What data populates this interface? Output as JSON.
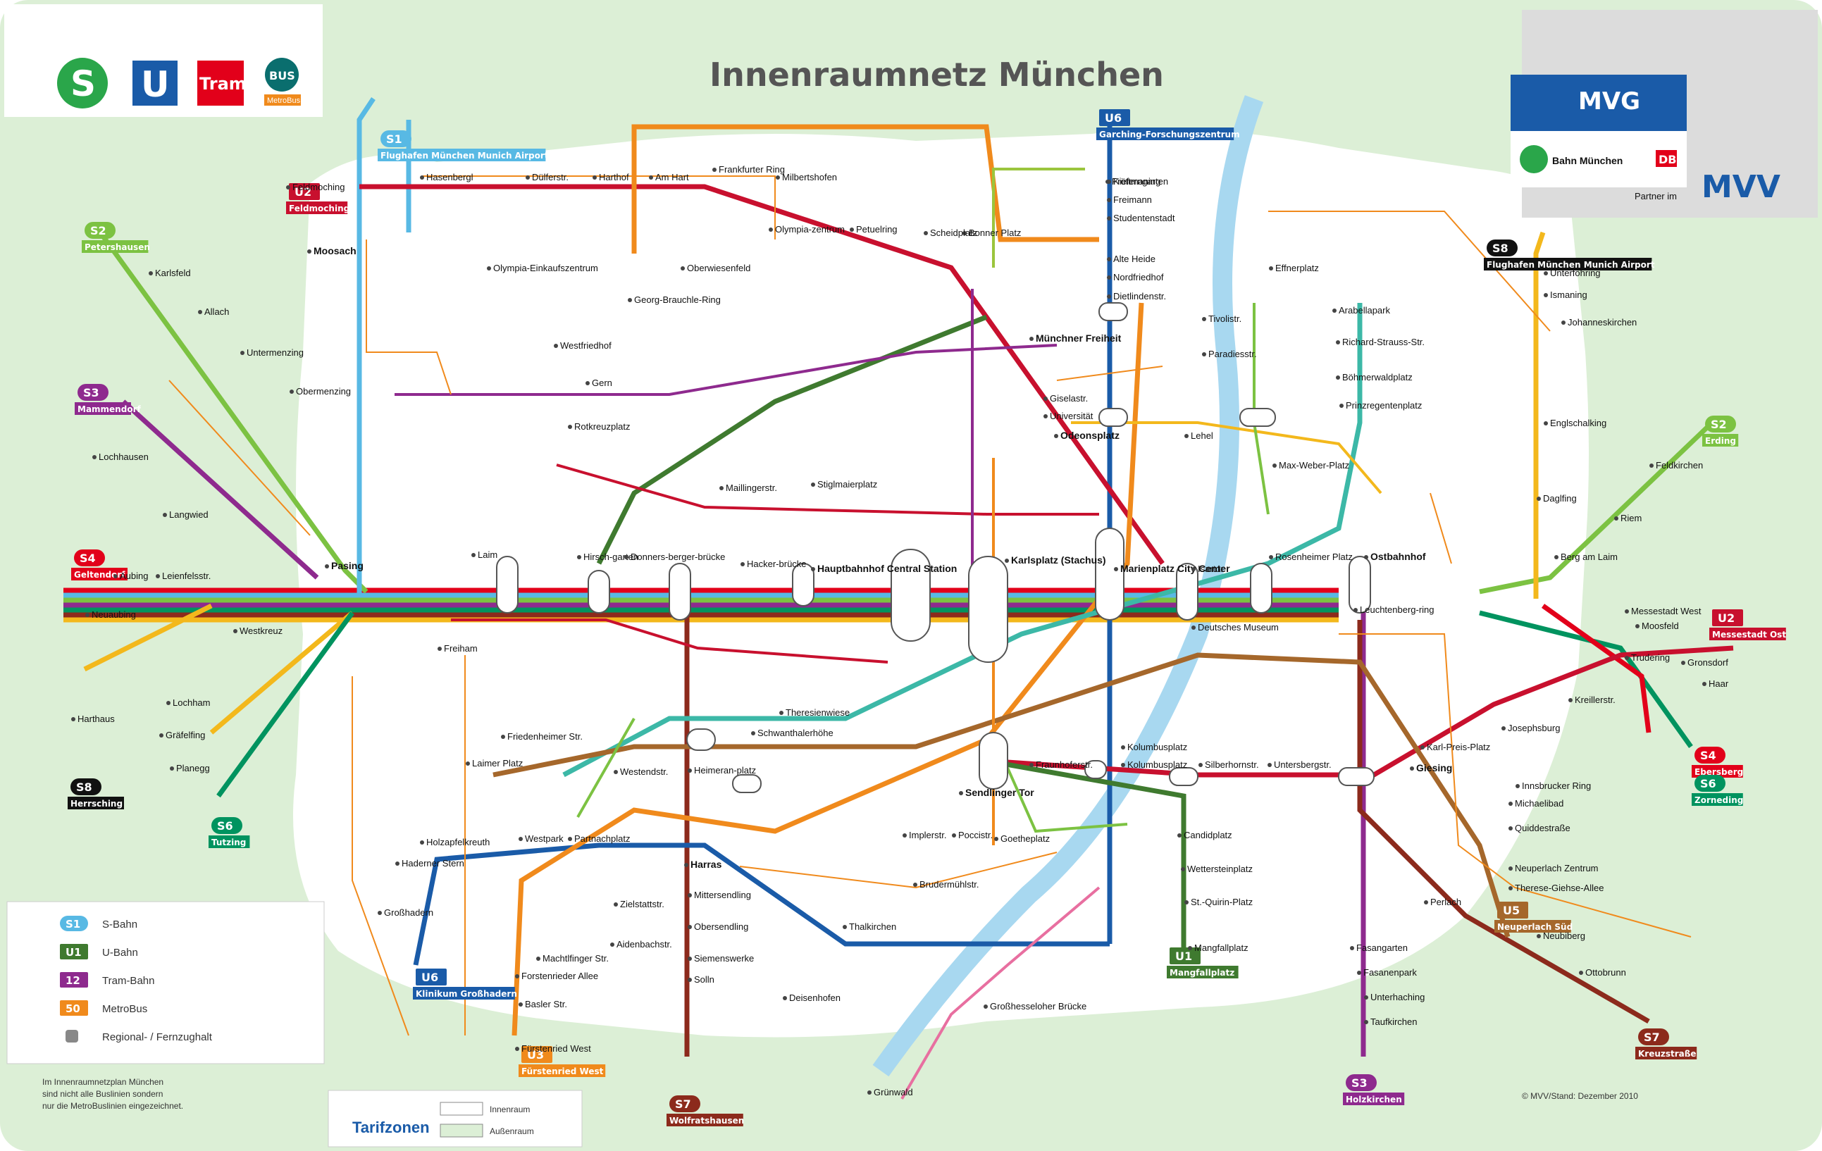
{
  "title": "Innenraumnetz München",
  "top_logos": {
    "s": "S",
    "u": "U",
    "tram": "Tram",
    "bus": "BUS",
    "bus_sub": "MetroBus"
  },
  "partner": {
    "mvg": "MVG",
    "sbahn": "Bahn München",
    "db": "DB",
    "partner_im": "Partner im",
    "mvv": "MVV"
  },
  "legend": [
    {
      "badge": "S1",
      "label": "S-Bahn",
      "color": "#58b9e4"
    },
    {
      "badge": "U1",
      "label": "U-Bahn",
      "color": "#3f7a2f"
    },
    {
      "badge": "12",
      "label": "Tram-Bahn",
      "color": "#8e2a8e"
    },
    {
      "badge": "50",
      "label": "MetroBus",
      "color": "#f08a1c"
    },
    {
      "badge": "",
      "label": "Regional- / Fernzughalt",
      "color": "#888888"
    }
  ],
  "tarif": {
    "title": "Tarifzonen",
    "inner": "Innenraum",
    "outer": "Außenraum"
  },
  "footnote": [
    "Im Innenraumnetzplan München",
    "sind nicht alle Buslinien sondern",
    "nur die MetroBuslinien eingezeichnet."
  ],
  "copyright": "© MVV/Stand: Dezember 2010",
  "colors": {
    "s_bahn": "#58b9e4",
    "u1": "#3f7a2f",
    "u2": "#c8102e",
    "u3": "#f08a1c",
    "u4": "#3cb8a7",
    "u5": "#a5672b",
    "u6": "#1a5ba8",
    "tram": "#8e2a8e",
    "metrobus": "#f08a1c",
    "zone_inner": "#ffffff",
    "zone_outer": "#dcefd6"
  },
  "terminals": [
    {
      "label": "S2",
      "sub": "Petershausen",
      "color": "#7cc242"
    },
    {
      "label": "S3",
      "sub": "Mammendorf",
      "color": "#8e2a8e"
    },
    {
      "label": "S4",
      "sub": "Geltendorf",
      "color": "#e2001a"
    },
    {
      "label": "S8",
      "sub": "Herrsching",
      "color": "#111111"
    },
    {
      "label": "S6",
      "sub": "Tutzing",
      "color": "#00935f"
    },
    {
      "label": "S7",
      "sub": "Wolfratshausen",
      "color": "#8c2a1c"
    },
    {
      "label": "S3",
      "sub": "Holzkirchen",
      "color": "#8e2a8e"
    },
    {
      "label": "S7",
      "sub": "Kreuzstraße",
      "color": "#8c2a1c"
    },
    {
      "label": "S4",
      "sub": "Ebersberg",
      "color": "#e2001a"
    },
    {
      "label": "S6",
      "sub": "Zorneding",
      "color": "#00935f"
    },
    {
      "label": "S2",
      "sub": "Erding",
      "color": "#7cc242"
    },
    {
      "label": "S8",
      "sub": "Flughafen München Munich Airport",
      "color": "#111111"
    },
    {
      "label": "S1",
      "sub": "Flughafen München Munich Airport",
      "color": "#58b9e4"
    },
    {
      "label": "U6",
      "sub": "Garching-Forschungszentrum",
      "color": "#1a5ba8"
    },
    {
      "label": "U2",
      "sub": "Feldmoching",
      "color": "#c8102e"
    },
    {
      "label": "U1",
      "sub": "Mangfallplatz",
      "color": "#3f7a2f"
    },
    {
      "label": "U3",
      "sub": "Fürstenried West",
      "color": "#f08a1c"
    },
    {
      "label": "U6",
      "sub": "Klinikum Großhadern",
      "color": "#1a5ba8"
    },
    {
      "label": "U5",
      "sub": "Neuperlach Süd",
      "color": "#a5672b"
    },
    {
      "label": "U2",
      "sub": "Messestadt Ost",
      "color": "#c8102e"
    }
  ],
  "stations": [
    "Feldmoching",
    "Hasenbergl",
    "Dülferstr.",
    "Harthof",
    "Am Hart",
    "Frankfurter Ring",
    "Milbertshofen",
    "Olympia-zentrum",
    "Oberwiesenfeld",
    "Olympia-Einkaufszentrum",
    "Georg-Brauchle-Ring",
    "Westfriedhof",
    "Gern",
    "Rotkreuzplatz",
    "Maillingerstr.",
    "Stiglmaierplatz",
    "Hauptbahnhof Central Station",
    "Karlsplatz (Stachus)",
    "Marienplatz City Center",
    "Isartor",
    "Rosenheimer Platz",
    "Ostbahnhof",
    "Leuchtenberg-ring",
    "Berg am Laim",
    "Trudering",
    "Riem",
    "Feldkirchen",
    "Pasing",
    "Laim",
    "Hirsch-garten",
    "Donners-berger-brücke",
    "Hacker-brücke",
    "Heimeran-platz",
    "Harras",
    "Mittersendling",
    "Siemenswerke",
    "Solln",
    "Giesing",
    "Fasangarten",
    "Fasanenpark",
    "Unterhaching",
    "Taufkirchen",
    "Münchner Freiheit",
    "Giselastr.",
    "Universität",
    "Odeonsplatz",
    "Lehel",
    "Max-Weber-Platz",
    "Goetheplatz",
    "Poccistr.",
    "Implerstr.",
    "Brudermühlstr.",
    "Thalkirchen",
    "Obersendling",
    "Westpark",
    "Holzapfelkreuth",
    "Haderner Stern",
    "Großhadern",
    "Sendlinger Tor",
    "Fraunhoferstr.",
    "Kolumbusplatz",
    "Candidplatz",
    "Wettersteinplatz",
    "St.-Quirin-Platz",
    "Silberhornstr.",
    "Untersbergstr.",
    "Karl-Preis-Platz",
    "Innsbrucker Ring",
    "Michaelibad",
    "Quiddestraße",
    "Neuperlach Zentrum",
    "Therese-Giehse-Allee",
    "Perlach",
    "Neubiberg",
    "Ottobrunn",
    "Moosach",
    "Karlsfeld",
    "Allach",
    "Untermenzing",
    "Obermenzing",
    "Lochhausen",
    "Langwied",
    "Aubing",
    "Leienfelsstr.",
    "Westkreuz",
    "Neuaubing",
    "Lochham",
    "Gräfelfing",
    "Planegg",
    "Harthaus",
    "Freiham",
    "Kieferngarten",
    "Freimann",
    "Studentenstadt",
    "Alte Heide",
    "Nordfriedhof",
    "Dietlindenstr.",
    "Bonner Platz",
    "Scheidplatz",
    "Petuelring",
    "Josephsburg",
    "Kreillerstr.",
    "Moosfeld",
    "Messestadt West",
    "Gronsdorf",
    "Haar",
    "Englschalking",
    "Daglfing",
    "Johanneskirchen",
    "Unterföhring",
    "Ismaning",
    "Fröttmaning",
    "Arabellapark",
    "Richard-Strauss-Str.",
    "Böhmerwaldplatz",
    "Prinzregentenplatz",
    "Effnerplatz",
    "Tivolistr.",
    "Paradiesstr.",
    "Deutsches Museum",
    "Theresienwiese",
    "Schwanthalerhöhe",
    "Kolumbusplatz",
    "Zielstattstr.",
    "Machtlfinger Str.",
    "Forstenrieder Allee",
    "Basler Str.",
    "Fürstenried West",
    "Aidenbachstr.",
    "Partnachplatz",
    "Laimer Platz",
    "Friedenheimer Str.",
    "Westendstr.",
    "Mangfallplatz",
    "Großhesseloher Brücke",
    "Grünwald",
    "Deisenhofen"
  ]
}
